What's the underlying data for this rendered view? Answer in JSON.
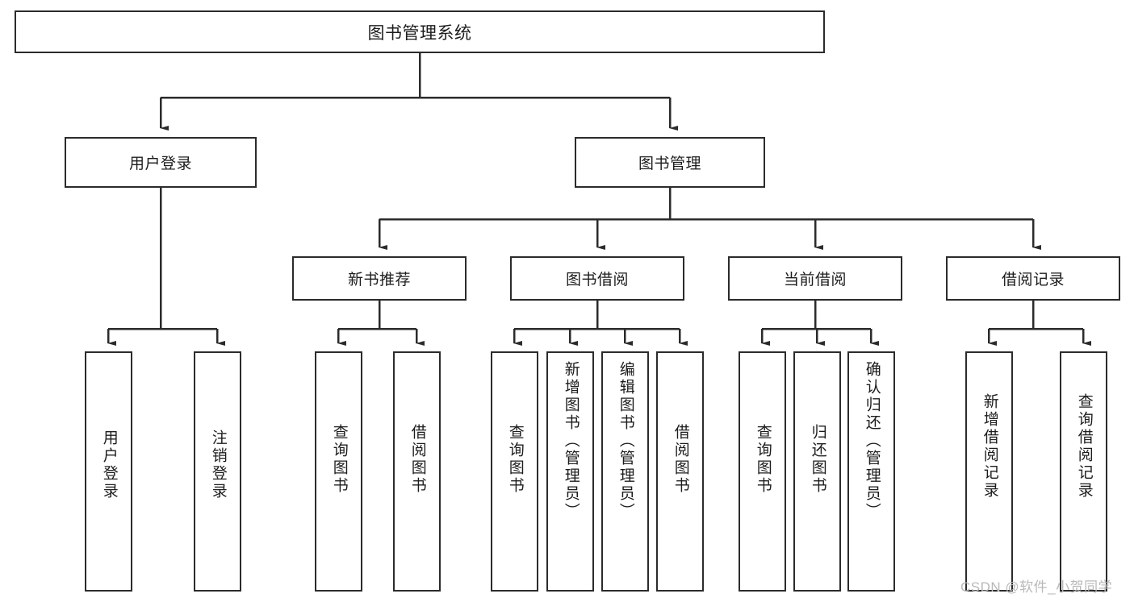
{
  "diagram": {
    "type": "tree-hierarchy-chart",
    "title": "图书管理系统",
    "stroke_color": "#2b2b2b",
    "fill_color": "#ffffff",
    "nodes": {
      "root": {
        "label": "图书管理系统"
      },
      "level1": [
        {
          "id": "user-login",
          "label": "用户登录"
        },
        {
          "id": "book-manage",
          "label": "图书管理"
        }
      ],
      "level2": [
        {
          "id": "new-book-recommend",
          "label": "新书推荐"
        },
        {
          "id": "book-borrow",
          "label": "图书借阅"
        },
        {
          "id": "current-borrow",
          "label": "当前借阅"
        },
        {
          "id": "borrow-record",
          "label": "借阅记录"
        }
      ],
      "leaves": {
        "user_login": [
          {
            "id": "leaf-user-login",
            "label": "用户登录"
          },
          {
            "id": "leaf-logout-login",
            "label": "注销登录"
          }
        ],
        "new_book_recommend": [
          {
            "id": "leaf-query-book-1",
            "label": "查询图书"
          },
          {
            "id": "leaf-borrow-book-1",
            "label": "借阅图书"
          }
        ],
        "book_borrow": [
          {
            "id": "leaf-query-book-2",
            "label": "查询图书"
          },
          {
            "id": "leaf-add-book",
            "label": "新增图书（管理员）"
          },
          {
            "id": "leaf-edit-book",
            "label": "编辑图书（管理员）"
          },
          {
            "id": "leaf-borrow-book-2",
            "label": "借阅图书"
          }
        ],
        "current_borrow": [
          {
            "id": "leaf-query-book-3",
            "label": "查询图书"
          },
          {
            "id": "leaf-return-book",
            "label": "归还图书"
          },
          {
            "id": "leaf-confirm-return",
            "label": "确认归还（管理员）"
          }
        ],
        "borrow_record": [
          {
            "id": "leaf-add-record",
            "label": "新增借阅记录"
          },
          {
            "id": "leaf-query-record",
            "label": "查询借阅记录"
          }
        ]
      }
    }
  },
  "watermark": {
    "text": "CSDN @软件_小贺同学"
  }
}
